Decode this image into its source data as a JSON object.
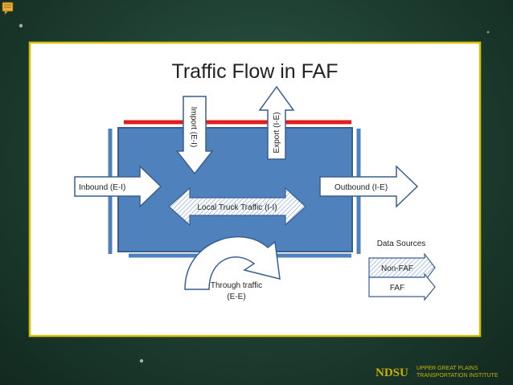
{
  "title": "Traffic Flow in FAF",
  "flows": {
    "inbound": "Inbound (E-I)",
    "outbound": "Outbound (I-E)",
    "import": "Import (E-I)",
    "export": "Export (I-E)",
    "local": "Local Truck Traffic (I-I)",
    "through_line1": "Through traffic",
    "through_line2": "(E-E)"
  },
  "legend": {
    "title": "Data Sources",
    "non_faf": "Non-FAF",
    "faf": "FAF"
  },
  "footer": {
    "logo": "NDSU",
    "institute_line1": "UPPER GREAT PLAINS",
    "institute_line2": "TRANSPORTATION INSTITUTE"
  },
  "colors": {
    "region_fill": "#4f81bd",
    "region_border": "#3a5f8f",
    "boundary_red": "#e01e1e",
    "slide_border": "#d4c000",
    "brand_yellow": "#c9b200"
  },
  "icons": {
    "top_left": "note-icon"
  }
}
